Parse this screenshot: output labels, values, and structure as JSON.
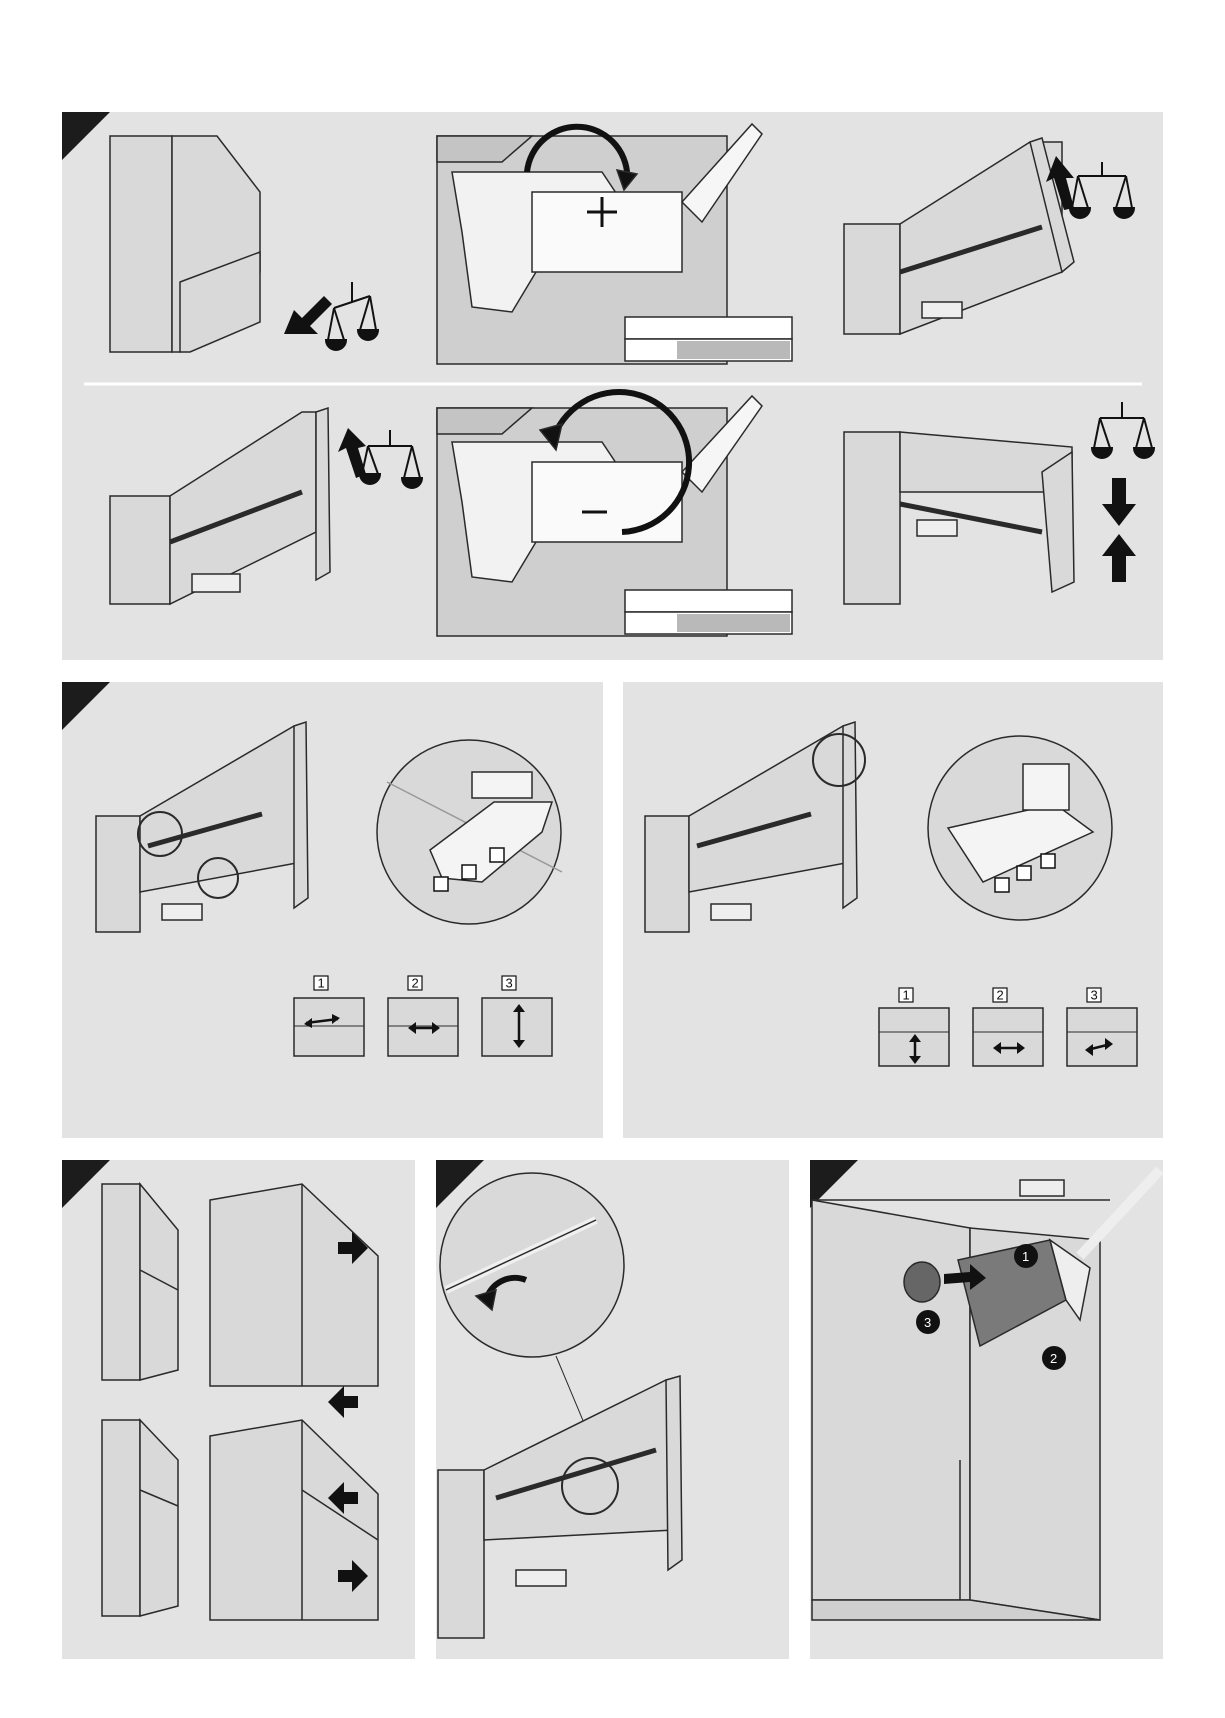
{
  "colors": {
    "background": "#ffffff",
    "panel": "#e3e3e3",
    "corner": "#1c1c1c",
    "cabinet": "#d9d9d9",
    "line": "#2a2a2a"
  },
  "sequence": {
    "left_detail": {
      "labels": [
        "1",
        "2",
        "3"
      ]
    },
    "right_detail": {
      "labels": [
        "1",
        "2",
        "3"
      ]
    },
    "remove_markers": {
      "labels": [
        "1",
        "2",
        "3"
      ]
    }
  },
  "icons": {
    "adjust_up": [
      "arrow-up-icon",
      "balance-scale-icon"
    ],
    "adjust_down": [
      "arrow-down-icon",
      "balance-scale-icon"
    ],
    "drill_plus": "plus-icon",
    "drill_minus": "minus-icon"
  }
}
